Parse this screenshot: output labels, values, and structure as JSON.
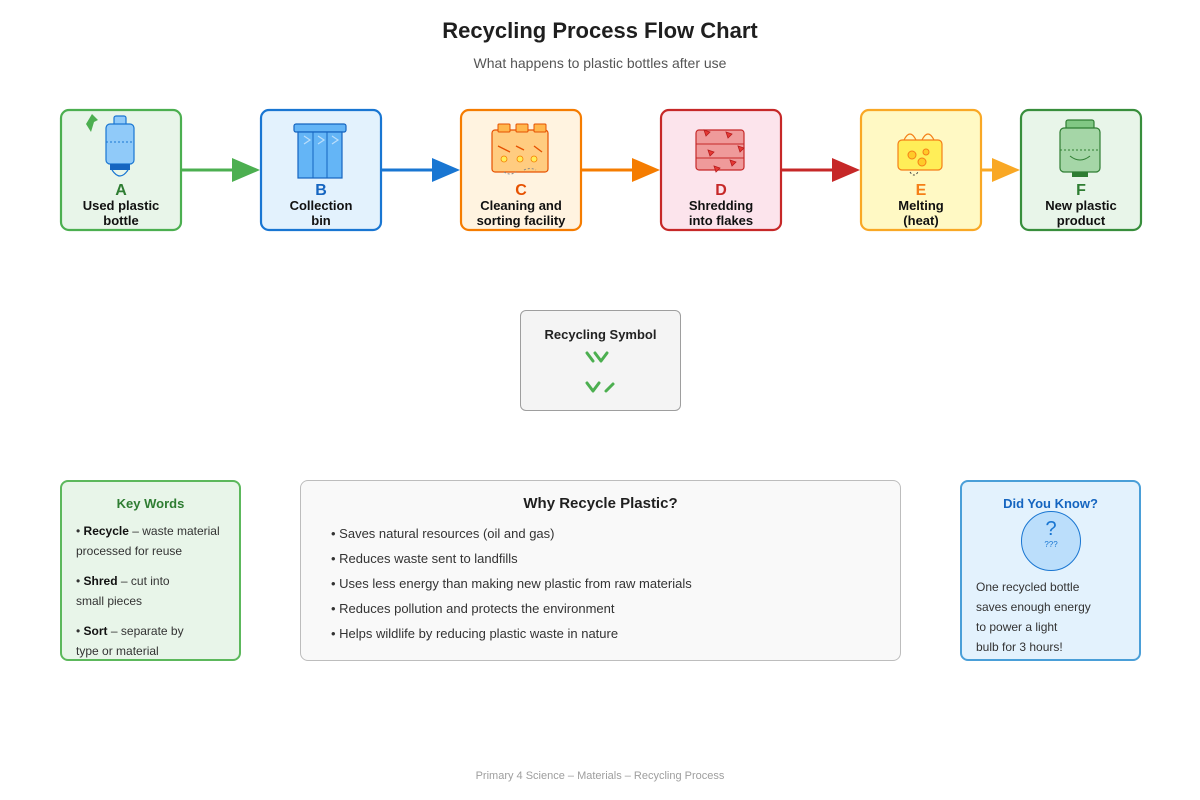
{
  "title": "Recycling Process Flow Chart",
  "subtitle": "What happens to plastic bottles after use",
  "steps": [
    {
      "letter": "A",
      "line1": "Used plastic",
      "line2": "bottle",
      "color": "#4caf50",
      "fill": "#e8f5e9",
      "letter_color": "#2e7d32",
      "icon": "plastic-bottle-icon"
    },
    {
      "letter": "B",
      "line1": "Collection",
      "line2": "bin",
      "color": "#1976d2",
      "fill": "#e3f2fd",
      "letter_color": "#1565c0",
      "icon": "recycling-bin-icon"
    },
    {
      "letter": "C",
      "line1": "Cleaning and",
      "line2": "sorting facility",
      "color": "#f57c00",
      "fill": "#fff3e0",
      "letter_color": "#e65100",
      "icon": "sorting-facility-icon"
    },
    {
      "letter": "D",
      "line1": "Shredding",
      "line2": "into flakes",
      "color": "#c62828",
      "fill": "#fce4ec",
      "letter_color": "#c62828",
      "icon": "shredder-icon"
    },
    {
      "letter": "E",
      "line1": "Melting",
      "line2": "(heat)",
      "color": "#f9a825",
      "fill": "#fff9c4",
      "letter_color": "#f57f17",
      "icon": "melting-pot-icon"
    },
    {
      "letter": "F",
      "line1": "New plastic",
      "line2": "product",
      "color": "#388e3c",
      "fill": "#e8f5e9",
      "letter_color": "#2e7d32",
      "icon": "new-product-icon"
    }
  ],
  "arrow_colors": [
    "#4caf50",
    "#1976d2",
    "#f57c00",
    "#c62828",
    "#f9a825"
  ],
  "symbol_box": {
    "title": "Recycling Symbol",
    "icon": "recycling-symbol-icon",
    "color": "#4caf50"
  },
  "key_words": {
    "title": "Key Words",
    "items": [
      {
        "term": "Recycle",
        "line1": " – waste material",
        "line2": "processed for reuse"
      },
      {
        "term": "Shred",
        "line1": " – cut into",
        "line2": "small pieces"
      },
      {
        "term": "Sort",
        "line1": " – separate by",
        "line2": "type or material"
      }
    ]
  },
  "why_recycle": {
    "title": "Why Recycle Plastic?",
    "items": [
      "• Saves natural resources (oil and gas)",
      "• Reduces waste sent to landfills",
      "• Uses less energy than making new plastic from raw materials",
      "• Reduces pollution and protects the environment",
      "• Helps wildlife by reducing plastic waste in nature"
    ]
  },
  "did_you_know": {
    "title": "Did You Know?",
    "icon_mark": "?",
    "icon_sub": "???",
    "lines": [
      "One recycled bottle",
      "saves enough energy",
      "to power a light",
      "bulb for 3 hours!"
    ]
  },
  "footer": "Primary 4 Science – Materials – Recycling Process"
}
